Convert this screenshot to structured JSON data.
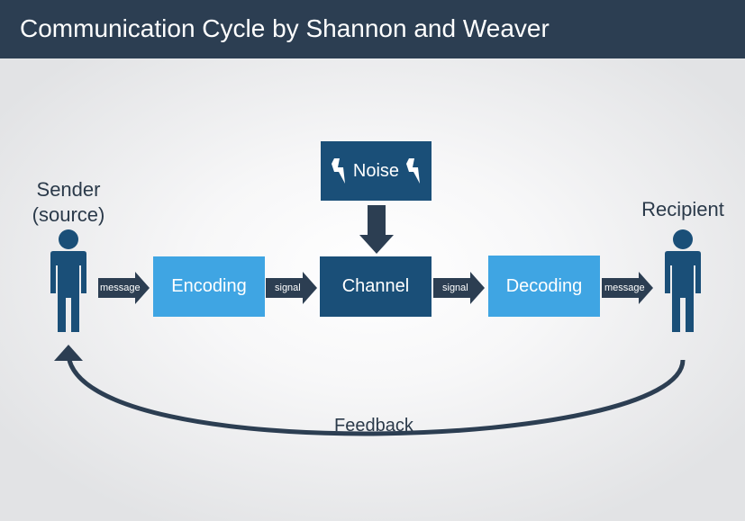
{
  "title": "Communication Cycle by Shannon and Weaver",
  "sender": {
    "line1": "Sender",
    "line2": "(source)"
  },
  "recipient": {
    "label": "Recipient"
  },
  "boxes": {
    "encoding": "Encoding",
    "channel": "Channel",
    "decoding": "Decoding",
    "noise": "Noise"
  },
  "arrows": {
    "sender_to_encoding": "message",
    "encoding_to_channel": "signal",
    "channel_to_decoding": "signal",
    "decoding_to_recipient": "message"
  },
  "feedback": "Feedback",
  "colors": {
    "title_bg": "#2c3e52",
    "light_box": "#3fa5e3",
    "dark_box": "#1a4f78",
    "arrow": "#2c3e52",
    "person": "#1a4f78"
  },
  "icons": [
    "person-icon",
    "lightning-icon",
    "arrow-right-icon",
    "arrow-down-icon"
  ]
}
